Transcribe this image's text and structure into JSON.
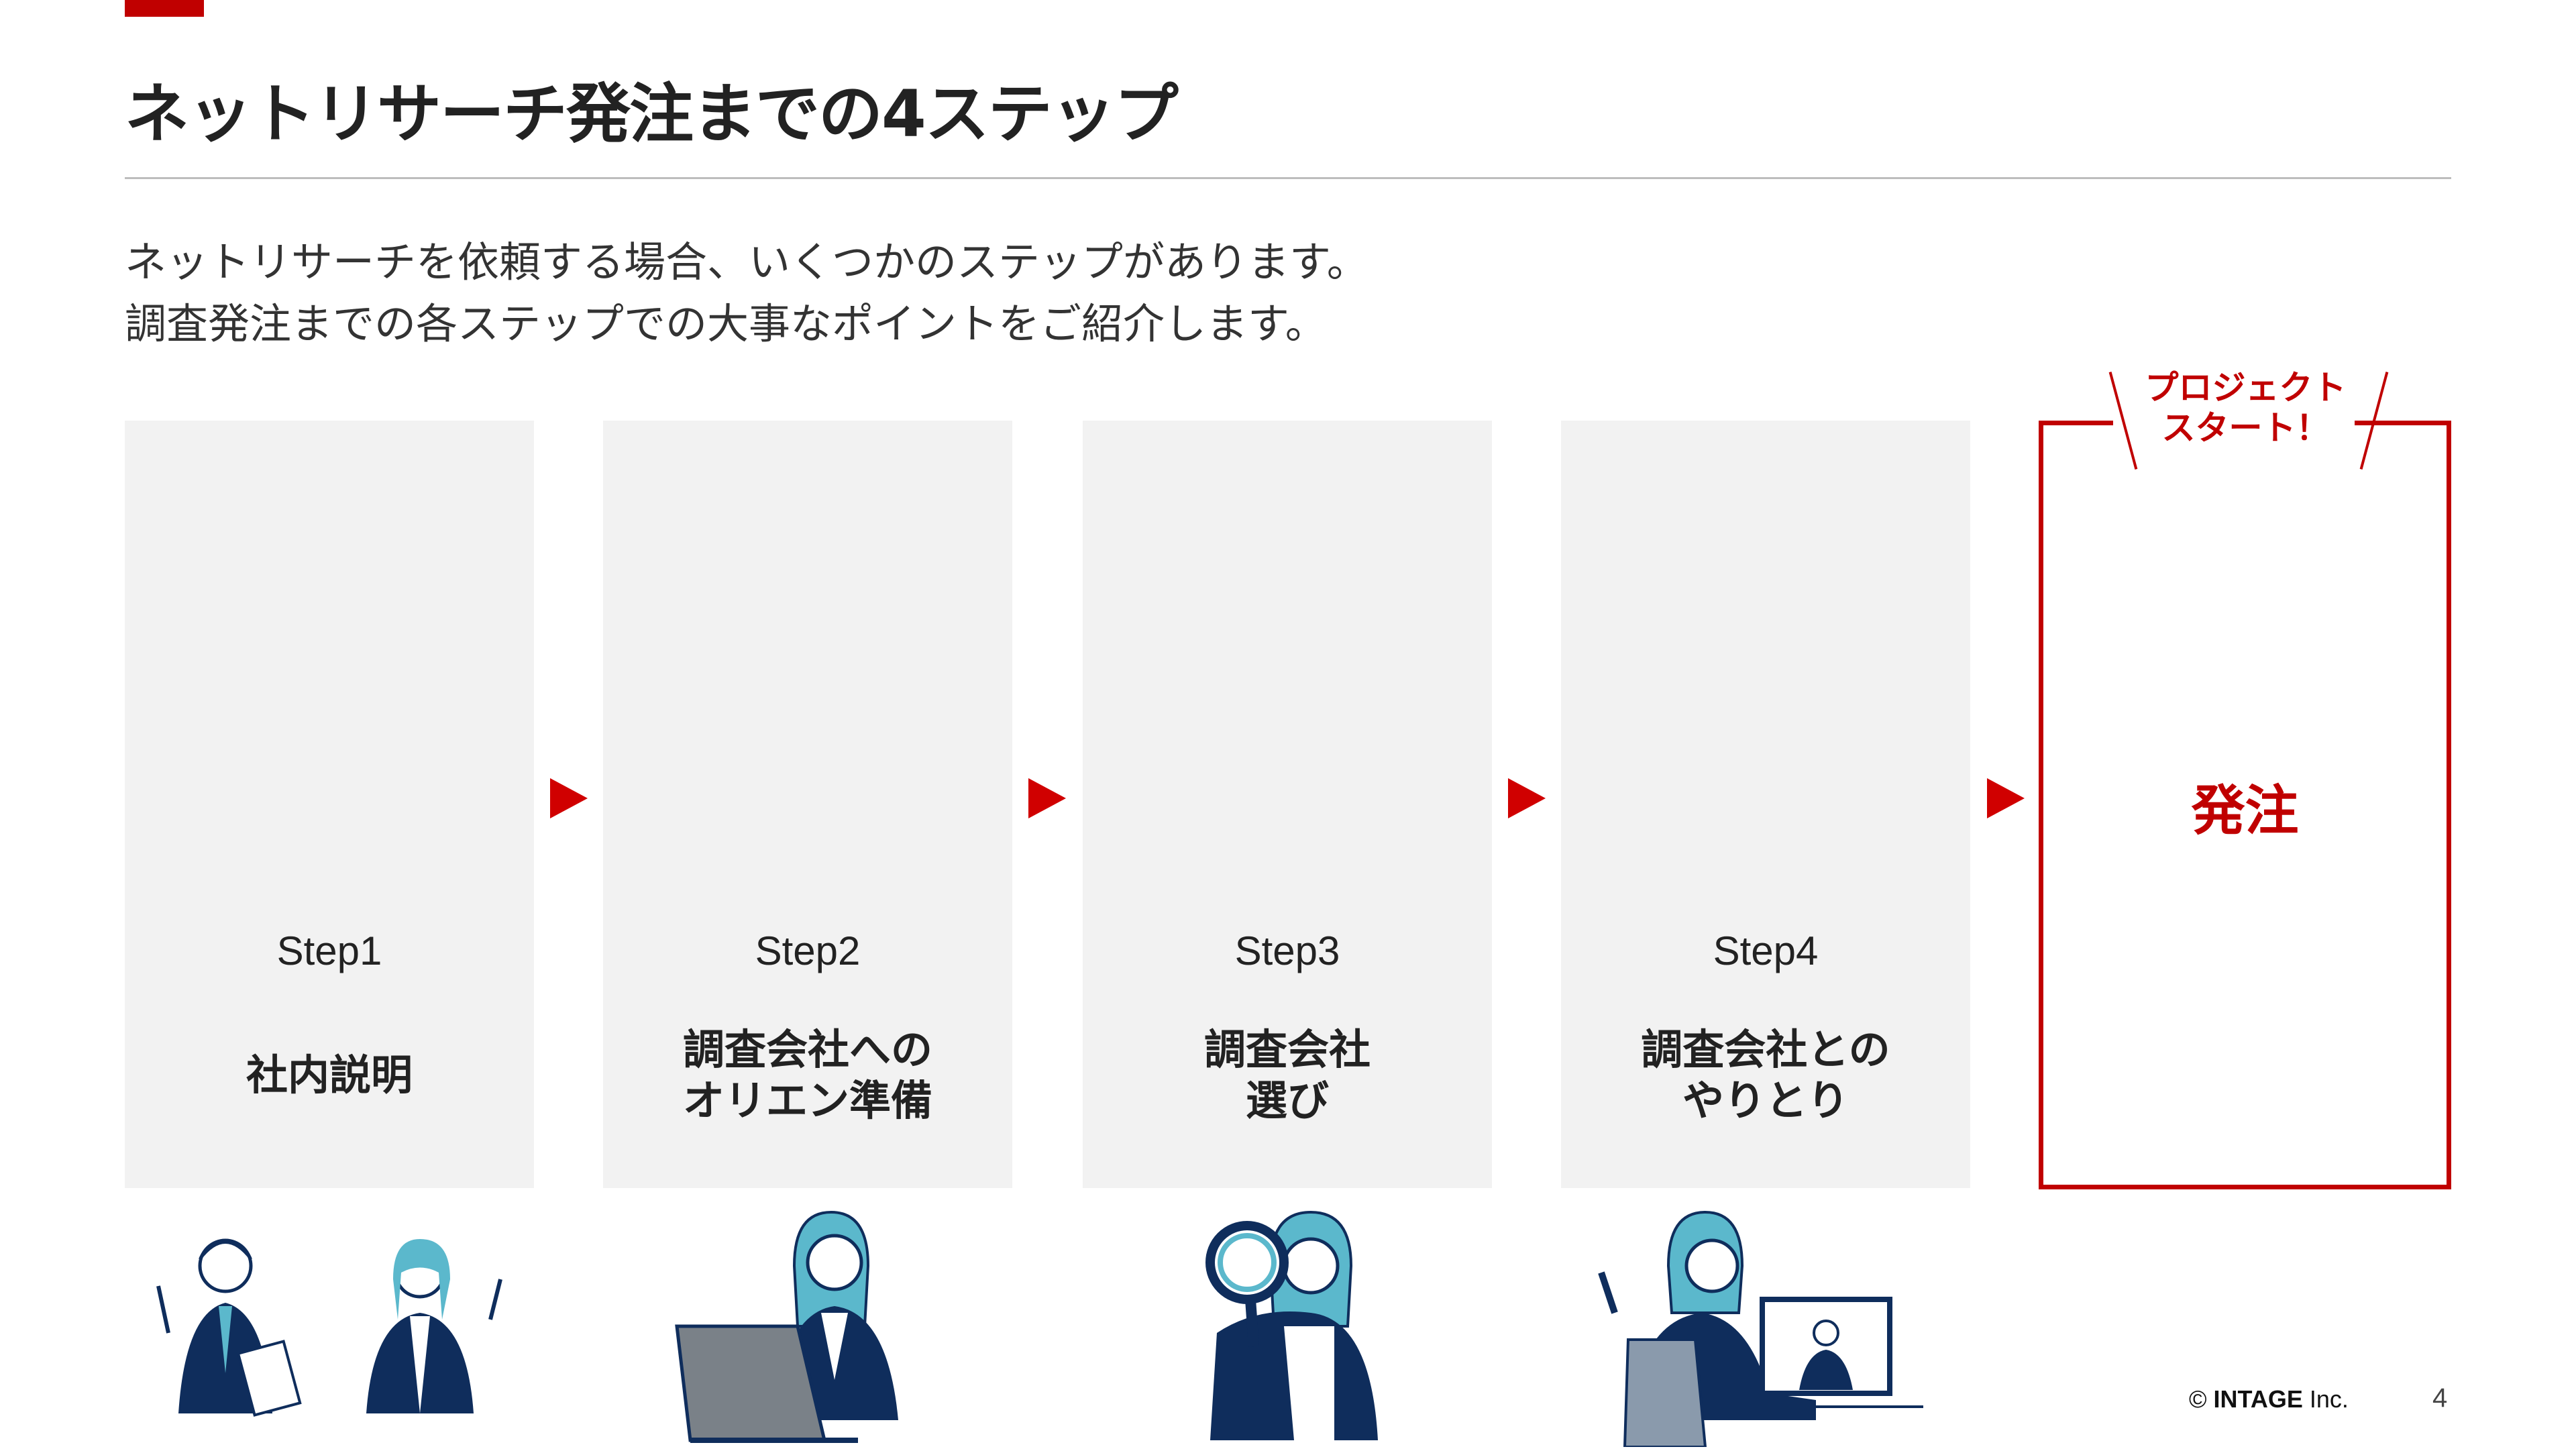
{
  "header": {
    "title": "ネットリサーチ発注までの4ステップ"
  },
  "intro": [
    "ネットリサーチを依頼する場合、いくつかのステップがあります。",
    "調査発注までの各ステップでの大事なポイントをご紹介します。"
  ],
  "steps": [
    {
      "label": "Step1",
      "title": [
        "社内説明"
      ]
    },
    {
      "label": "Step2",
      "title": [
        "調査会社への",
        "オリエン準備"
      ]
    },
    {
      "label": "Step3",
      "title": [
        "調査会社",
        "選び"
      ]
    },
    {
      "label": "Step4",
      "title": [
        "調査会社との",
        "やりとり"
      ]
    }
  ],
  "final": {
    "badge": [
      "プロジェクト",
      "スタート！"
    ],
    "label": "発注"
  },
  "colors": {
    "accent": "#c00000",
    "card": "#f2f2f2",
    "navy": "#0f2d5c",
    "teal": "#5bb8cc"
  },
  "footer": {
    "copyright_symbol": "©",
    "company": "INTAGE",
    "suffix": "Inc.",
    "page": "4"
  }
}
